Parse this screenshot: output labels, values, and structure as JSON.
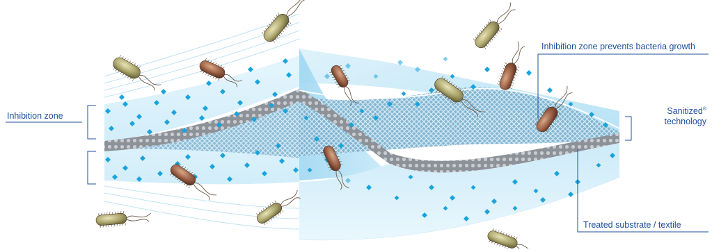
{
  "labels": {
    "inhibition_zone": "Inhibition zone",
    "prevents_growth": "Inhibition zone prevents bacteria growth",
    "sanitized_line1": "Sanitized",
    "sanitized_mark": "®",
    "sanitized_line2": "technology",
    "treated_substrate": "Treated substrate / textile"
  },
  "colors": {
    "label_text": "#1f4f9b",
    "leader_line": "#1f4f9b",
    "zone_light": "#e3f4fb",
    "zone_mid": "#bfe4f5",
    "zone_deep": "#8fd0ee",
    "dot_cyan": "#1aa3dc",
    "substrate_grey": "#8d9198",
    "bacteria_brown": "#9a6a4f",
    "bacteria_olive": "#a9a36c"
  },
  "icons": [
    "bacterium-icon",
    "antimicrobial-dot-icon",
    "fabric-mesh-icon"
  ]
}
